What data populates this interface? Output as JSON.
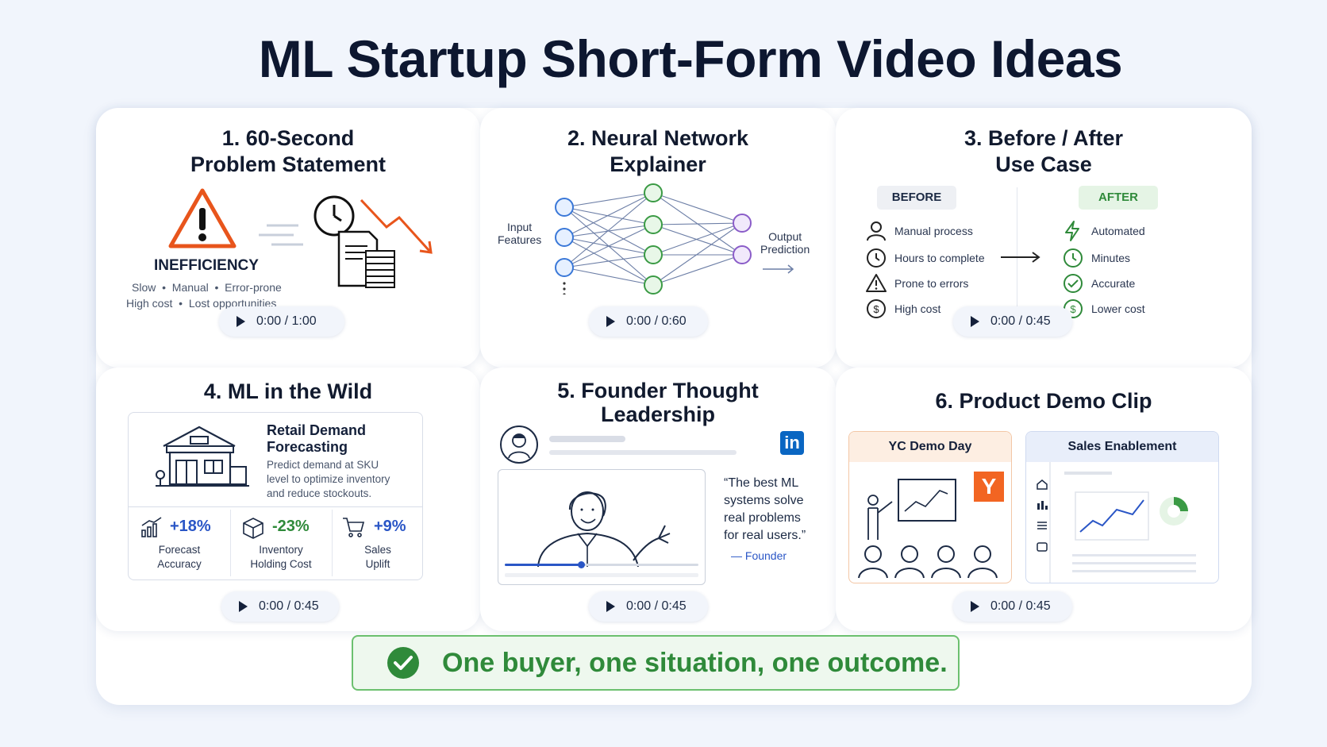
{
  "title": "ML Startup Short-Form Video Ideas",
  "cards": [
    {
      "title": "1. 60-Second\nProblem Statement",
      "label": "INEFFICIENCY",
      "tags_line1": "Slow  •  Manual  •  Error-prone",
      "tags_line2": "High cost  •  Lost opportunities",
      "time": "0:00 / 1:00"
    },
    {
      "title": "2. Neural Network\nExplainer",
      "input_label": "Input\nFeatures",
      "output_label": "Output\nPrediction",
      "time": "0:00 / 0:60"
    },
    {
      "title": "3. Before / After\nUse Case",
      "before_label": "BEFORE",
      "after_label": "AFTER",
      "before_items": [
        "Manual process",
        "Hours to complete",
        "Prone to errors",
        "High cost"
      ],
      "after_items": [
        "Automated",
        "Minutes",
        "Accurate",
        "Lower cost"
      ],
      "time": "0:00 / 0:45"
    },
    {
      "title": "4. ML in the Wild",
      "case_title": "Retail Demand\nForecasting",
      "case_desc": "Predict demand at SKU\nlevel to optimize inventory\nand reduce stockouts.",
      "metrics": [
        {
          "value": "+18%",
          "label": "Forecast\nAccuracy"
        },
        {
          "value": "-23%",
          "label": "Inventory\nHolding Cost"
        },
        {
          "value": "+9%",
          "label": "Sales\nUplift"
        }
      ],
      "time": "0:00 / 0:45"
    },
    {
      "title": "5. Founder Thought\nLeadership",
      "quote": "“The best ML\nsystems solve\nreal problems\nfor real users.”",
      "attribution": "— Founder",
      "linkedin": "in",
      "time": "0:00 / 0:45"
    },
    {
      "title": "6. Product Demo Clip",
      "panel_left": "YC Demo Day",
      "panel_right": "Sales Enablement",
      "yc_logo": "Y",
      "time": "0:00 / 0:45"
    }
  ],
  "banner": "One buyer, one situation, one outcome.",
  "colors": {
    "accent_blue": "#2a56c6",
    "green": "#2f8a3a",
    "orange": "#e8551c",
    "purple": "#8a5cc8"
  },
  "icons": [
    "warning-icon",
    "clock-icon",
    "trend-down-icon",
    "documents-icon",
    "user-icon",
    "bolt-icon",
    "check-circle-icon",
    "dollar-icon",
    "store-icon",
    "chart-icon",
    "box-icon",
    "cart-icon",
    "linkedin-icon",
    "play-icon"
  ]
}
